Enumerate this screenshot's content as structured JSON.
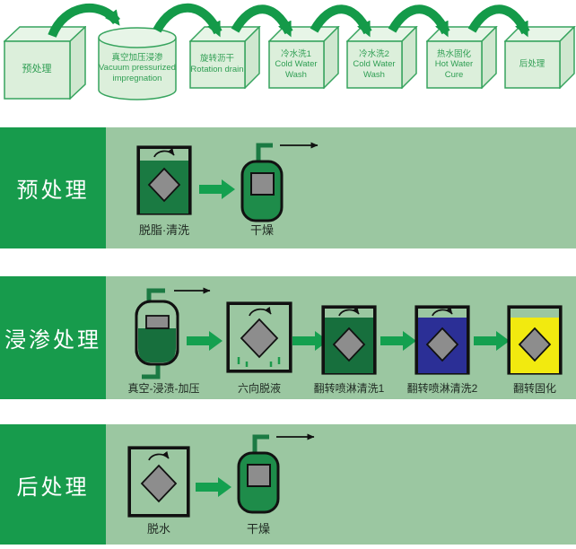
{
  "colors": {
    "accent_green": "#179b4c",
    "band_background": "#9bc7a1",
    "box_fill": "#dcefdb",
    "box_stroke": "#37a45e",
    "liquid_dark_green": "#1a7a42",
    "liquid_blue": "#2b2f96",
    "liquid_yellow": "#f2ea0f",
    "part_gray": "#8d8d8d",
    "arrow_green": "#14a04f"
  },
  "top_flow": {
    "items": [
      {
        "shape": "cube",
        "label_zh": "预处理",
        "label_en": ""
      },
      {
        "shape": "cylinder",
        "label_zh": "真空加压浸渗",
        "label_en": "Vacuum pressurized impregnation"
      },
      {
        "shape": "cube",
        "label_zh": "旋转沥干",
        "label_en": "Rotation drain"
      },
      {
        "shape": "cube",
        "label_zh": "冷水洗1",
        "label_en": "Cold Water Wash"
      },
      {
        "shape": "cube",
        "label_zh": "冷水洗2",
        "label_en": "Cold Water Wash"
      },
      {
        "shape": "cube",
        "label_zh": "热水固化",
        "label_en": "Hot Water Cure"
      },
      {
        "shape": "cube",
        "label_zh": "后处理",
        "label_en": ""
      }
    ]
  },
  "bands": [
    {
      "title": "预处理",
      "steps": [
        {
          "label": "脱脂·清洗",
          "equipment": "open-tank",
          "liquid": "#1a7a42"
        },
        {
          "label": "干燥",
          "equipment": "dryer-flask",
          "liquid": "#1e8c4a"
        }
      ]
    },
    {
      "title": "浸渗处理",
      "steps": [
        {
          "label": "真空-浸渍-加压",
          "equipment": "pressure-vessel",
          "liquid": "#176f3d"
        },
        {
          "label": "六向脱液",
          "equipment": "drain-box",
          "liquid": "none"
        },
        {
          "label": "翻转喷淋清洗1",
          "equipment": "open-tank",
          "liquid": "#176f3d"
        },
        {
          "label": "翻转喷淋清洗2",
          "equipment": "open-tank",
          "liquid": "#2b2f96"
        },
        {
          "label": "翻转固化",
          "equipment": "open-tank",
          "liquid": "#f2ea0f"
        }
      ]
    },
    {
      "title": "后处理",
      "steps": [
        {
          "label": "脱水",
          "equipment": "spin-box",
          "liquid": "none"
        },
        {
          "label": "干燥",
          "equipment": "dryer-flask",
          "liquid": "#1e8c4a"
        }
      ]
    }
  ]
}
